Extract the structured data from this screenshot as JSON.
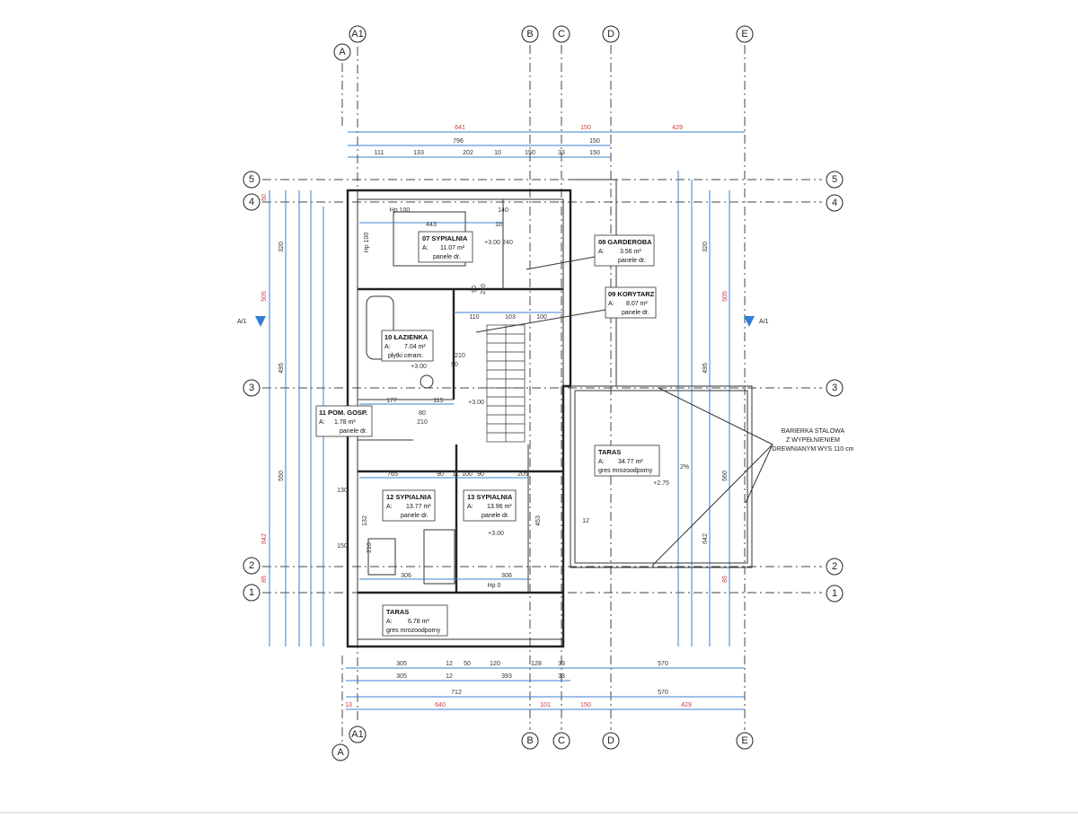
{
  "grid_axes": {
    "vertical": [
      "A",
      "A1",
      "B",
      "C",
      "D",
      "E"
    ],
    "horizontal": [
      "5",
      "4",
      "3",
      "2",
      "1"
    ]
  },
  "section_marks": [
    "A/1",
    "A/1"
  ],
  "rooms": [
    {
      "number_name": "07 SYPIALNIA",
      "area_label": "A:",
      "area": "11.07 m²",
      "finish": "panele dr."
    },
    {
      "number_name": "08 GARDEROBA",
      "area_label": "A:",
      "area": "3.56 m²",
      "finish": "panele dr."
    },
    {
      "number_name": "09 KORYTARZ",
      "area_label": "A:",
      "area": "8.07 m²",
      "finish": "panele dr."
    },
    {
      "number_name": "10 ŁAZIENKA",
      "area_label": "A:",
      "area": "7.04 m²",
      "finish": "płytki ceram."
    },
    {
      "number_name": "11 POM. GOSP.",
      "area_label": "A:",
      "area": "1.78 m²",
      "finish": "panele dr."
    },
    {
      "number_name": "12 SYPIALNIA",
      "area_label": "A:",
      "area": "13.77 m²",
      "finish": "panele dr."
    },
    {
      "number_name": "13 SYPIALNIA",
      "area_label": "A:",
      "area": "13.96 m²",
      "finish": "panele dr."
    },
    {
      "number_name": "TARAS",
      "area_label": "A:",
      "area": "34.77 m²",
      "finish": "gres mrozoodporny"
    },
    {
      "number_name": "TARAS",
      "area_label": "A:",
      "area": "6.78 m²",
      "finish": "gres mrozoodporny"
    }
  ],
  "notes": {
    "barrier": [
      "BARIERKA STALOWA",
      "Z WYPEŁNIENIEM",
      "DREWNIANYM WYS 110 cm"
    ]
  },
  "dimensions": {
    "top_row1": [
      "641",
      "150",
      "429"
    ],
    "top_row2": [
      "796",
      "150"
    ],
    "top_row3": [
      "111",
      "133",
      "202",
      "10",
      "150",
      "33",
      "150"
    ],
    "bottom_row1": [
      "305",
      "12",
      "50",
      "120",
      "128",
      "33",
      "570"
    ],
    "bottom_row2": [
      "305",
      "12",
      "393",
      "33"
    ],
    "bottom_row3": [
      "712",
      "570"
    ],
    "bottom_row4": [
      "13",
      "640",
      "101",
      "150",
      "429"
    ],
    "left_outer": [
      "50",
      "320",
      "505",
      "495",
      "550",
      "642",
      "85"
    ],
    "right_outer": [
      "320",
      "505",
      "495",
      "560",
      "642",
      "85"
    ],
    "interior": [
      "443",
      "10",
      "140",
      "240",
      "210",
      "90",
      "210",
      "90",
      "103",
      "100",
      "110",
      "80",
      "210",
      "177",
      "115",
      "90",
      "100",
      "11",
      "90",
      "765",
      "205",
      "306",
      "306",
      "132",
      "130",
      "150",
      "210",
      "453"
    ],
    "levels": [
      "+3.00",
      "+3.00",
      "+3.00",
      "+2.75",
      "+3.00"
    ],
    "other_labels": [
      "Hp 100",
      "Hp 100",
      "Hp 0",
      "12",
      "2%"
    ]
  },
  "colors": {
    "dimension_lines": "#3b7fd1",
    "red_dimensions": "#d03a3a",
    "walls": "#222222",
    "section_marker": "#2f7fd6"
  }
}
